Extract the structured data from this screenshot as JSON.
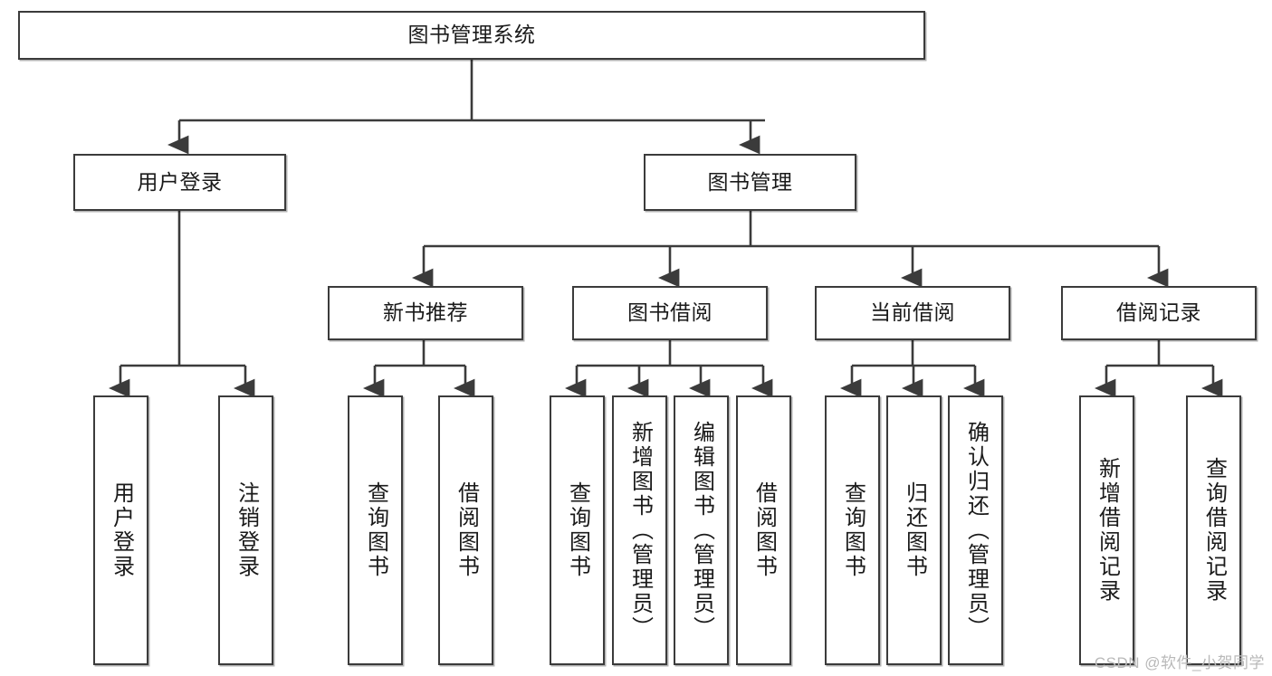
{
  "diagram": {
    "type": "tree-hierarchy",
    "title": "图书管理系统",
    "watermark": "CSDN @软件_小贺同学",
    "colors": {
      "background": "#ffffff",
      "box_border": "#3b3b3b",
      "box_fill": "#ffffff",
      "edge": "#3b3b3b",
      "text": "#1a1a1a",
      "watermark": "#b9b9b9"
    },
    "nodes": {
      "root": {
        "label": "图书管理系统",
        "level": 0
      },
      "l1": [
        {
          "id": "user_login",
          "label": "用户登录"
        },
        {
          "id": "book_manage",
          "label": "图书管理"
        }
      ],
      "l2": [
        {
          "id": "new_book_rec",
          "label": "新书推荐",
          "parent": "book_manage"
        },
        {
          "id": "book_borrow",
          "label": "图书借阅",
          "parent": "book_manage"
        },
        {
          "id": "current_borrow",
          "label": "当前借阅",
          "parent": "book_manage"
        },
        {
          "id": "borrow_record",
          "label": "借阅记录",
          "parent": "book_manage"
        }
      ],
      "leaves": [
        {
          "id": "leaf_user_login",
          "label": "用户登录",
          "parent": "user_login"
        },
        {
          "id": "leaf_logout",
          "label": "注销登录",
          "parent": "user_login"
        },
        {
          "id": "leaf_query_book_1",
          "label": "查询图书",
          "parent": "new_book_rec"
        },
        {
          "id": "leaf_borrow_book_1",
          "label": "借阅图书",
          "parent": "new_book_rec"
        },
        {
          "id": "leaf_query_book_2",
          "label": "查询图书",
          "parent": "book_borrow"
        },
        {
          "id": "leaf_add_book",
          "label": "新增图书（管理员）",
          "parent": "book_borrow"
        },
        {
          "id": "leaf_edit_book",
          "label": "编辑图书（管理员）",
          "parent": "book_borrow"
        },
        {
          "id": "leaf_borrow_book_2",
          "label": "借阅图书",
          "parent": "book_borrow"
        },
        {
          "id": "leaf_query_book_3",
          "label": "查询图书",
          "parent": "current_borrow"
        },
        {
          "id": "leaf_return_book",
          "label": "归还图书",
          "parent": "current_borrow"
        },
        {
          "id": "leaf_confirm_return",
          "label": "确认归还（管理员）",
          "parent": "current_borrow"
        },
        {
          "id": "leaf_add_record",
          "label": "新增借阅记录",
          "parent": "borrow_record"
        },
        {
          "id": "leaf_query_record",
          "label": "查询借阅记录",
          "parent": "borrow_record"
        }
      ]
    }
  }
}
